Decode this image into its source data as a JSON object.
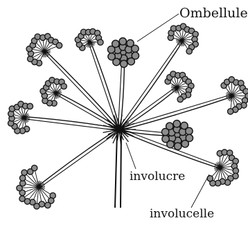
{
  "diagram": {
    "title": "Ombellule",
    "labels": {
      "involucre": "involucre",
      "involucelle": "involucelle"
    },
    "colors": {
      "ink": "#111111",
      "flower_fill": "#8c8c8c",
      "paper": "#ffffff"
    }
  }
}
